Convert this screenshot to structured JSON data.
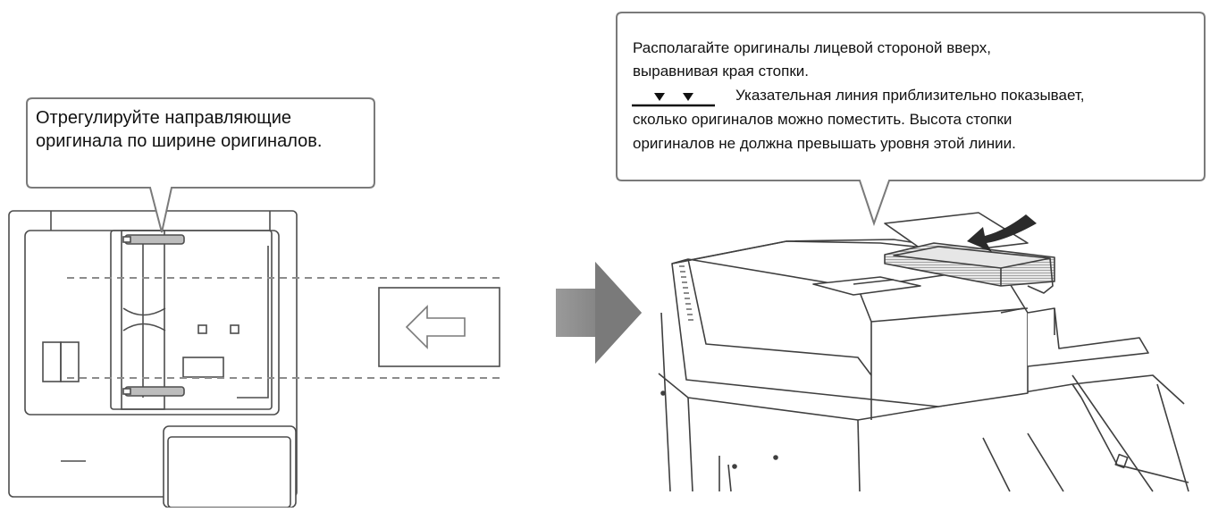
{
  "left_callout": {
    "text": "Отрегулируйте направляющие оригинала по ширине оригиналов."
  },
  "right_callout": {
    "line1": "Располагайте оригиналы лицевой стороной вверх,",
    "line2": "выравнивая края стопки.",
    "line3": "Указательная линия приблизительно показывает,",
    "line4": "сколько оригиналов можно поместить. Высота стопки",
    "line5": "оригиналов не должна превышать уровня этой линии."
  },
  "colors": {
    "outline": "#4d4d4d",
    "callout_border": "#7a7a7a",
    "arrow_fill": "#8c8c8c",
    "dashed": "#8c8c8c",
    "paper": "#e6e6e6"
  }
}
